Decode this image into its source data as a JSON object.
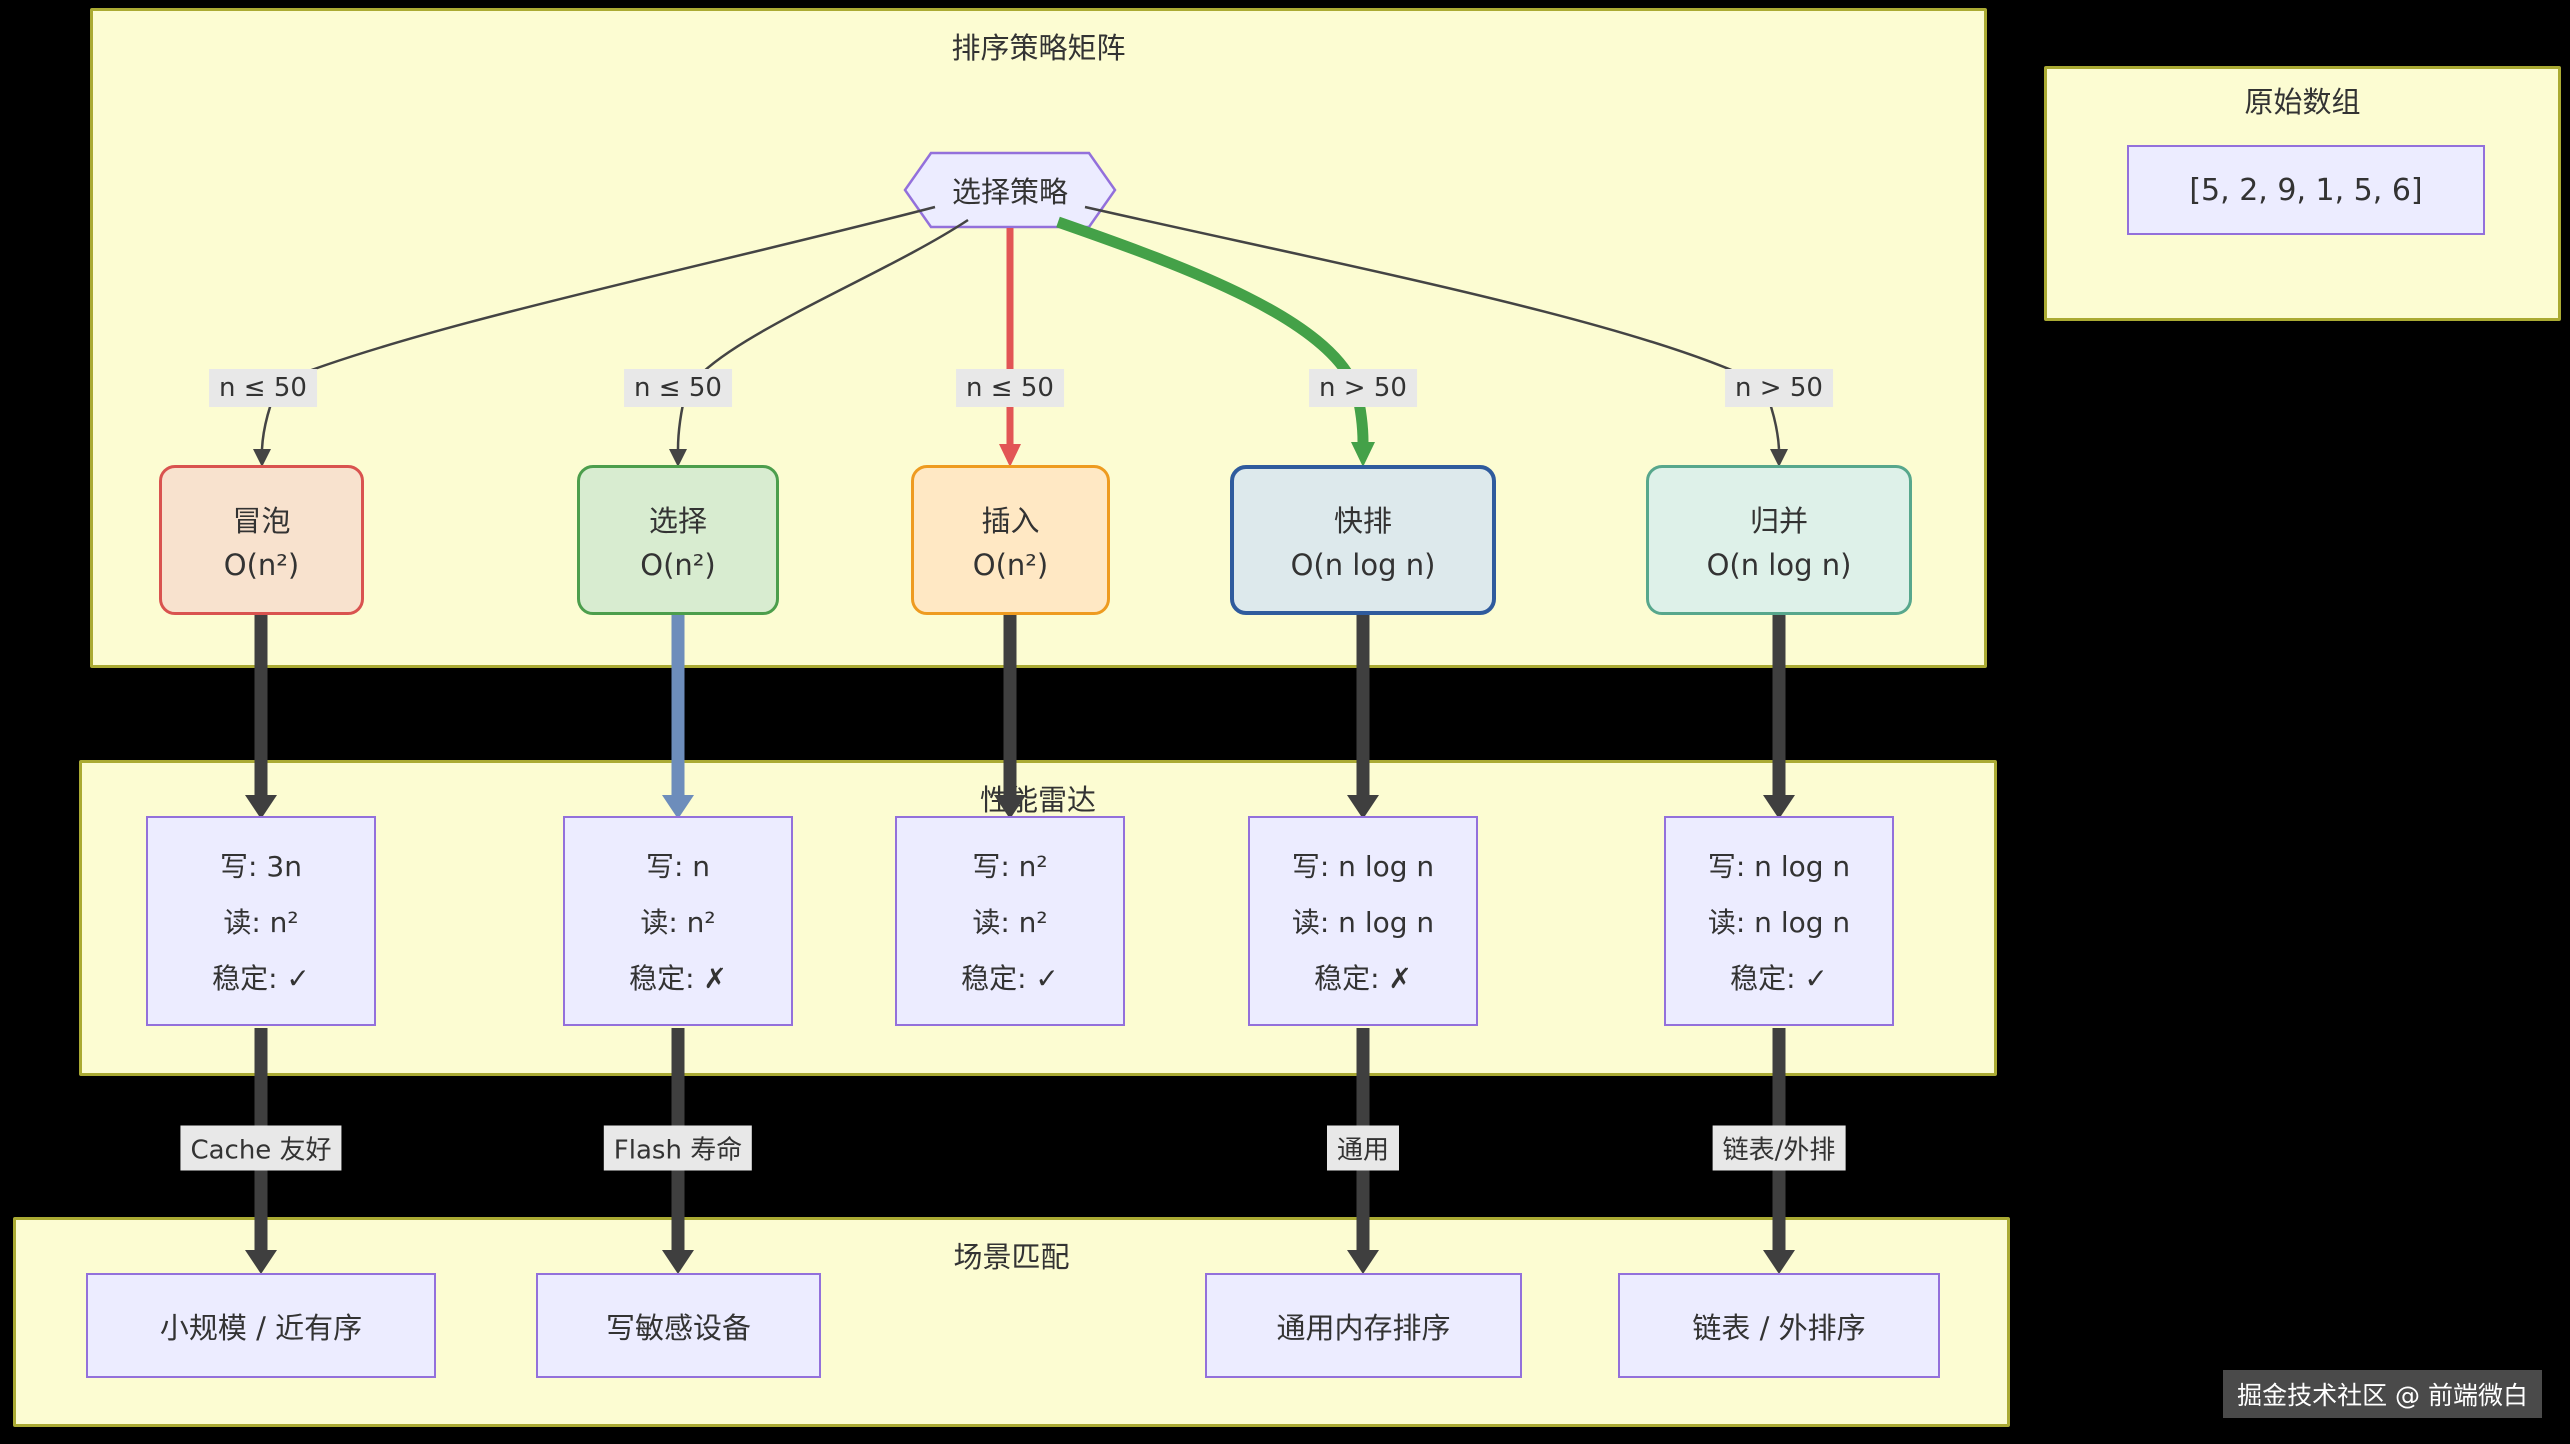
{
  "matrix": {
    "title": "排序策略矩阵",
    "decision": "选择策略",
    "edge_labels": [
      "n ≤ 50",
      "n ≤ 50",
      "n ≤ 50",
      "n > 50",
      "n > 50"
    ],
    "nodes": [
      {
        "name": "冒泡",
        "complexity": "O(n²)"
      },
      {
        "name": "选择",
        "complexity": "O(n²)"
      },
      {
        "name": "插入",
        "complexity": "O(n²)"
      },
      {
        "name": "快排",
        "complexity": "O(n log n)"
      },
      {
        "name": "归并",
        "complexity": "O(n log n)"
      }
    ]
  },
  "performance": {
    "title": "性能雷达",
    "cards": [
      {
        "write": "写: 3n",
        "read": "读: n²",
        "stable": "稳定: ✓"
      },
      {
        "write": "写: n",
        "read": "读: n²",
        "stable": "稳定: ✗"
      },
      {
        "write": "写: n²",
        "read": "读: n²",
        "stable": "稳定: ✓"
      },
      {
        "write": "写: n log n",
        "read": "读: n log n",
        "stable": "稳定: ✗"
      },
      {
        "write": "写: n log n",
        "read": "读: n log n",
        "stable": "稳定: ✓"
      }
    ]
  },
  "scenario": {
    "title": "场景匹配",
    "edge_labels": [
      "Cache 友好",
      "Flash 寿命",
      "通用",
      "链表/外排"
    ],
    "cards": [
      "小规模 / 近有序",
      "写敏感设备",
      "通用内存排序",
      "链表 / 外排序"
    ]
  },
  "source_array": {
    "title": "原始数组",
    "value": "[5, 2, 9, 1, 5, 6]"
  },
  "watermark": "掘金技术社区 @ 前端微白",
  "colors": {
    "background": "#000000",
    "group_fill": "#fcfcd2",
    "group_border": "#aaaa33",
    "lavender_fill": "#ECECFF",
    "lavender_border": "#9370DB",
    "bubble_fill": "#f8e2ce",
    "bubble_border": "#d9534f",
    "select_fill": "#d8ecd0",
    "select_border": "#4c9e4c",
    "insert_fill": "#ffe8c4",
    "insert_border": "#ee9b20",
    "quick_fill": "#dde9ec",
    "quick_border": "#2f5b9d",
    "merge_fill": "#def1e9",
    "merge_border": "#57a78c",
    "edge_red": "#e25555",
    "edge_green": "#44a148",
    "edge_blue": "#6d8dbb",
    "edge_dark": "#3f3f3f",
    "edge_label_bg": "#e8e8e8"
  }
}
